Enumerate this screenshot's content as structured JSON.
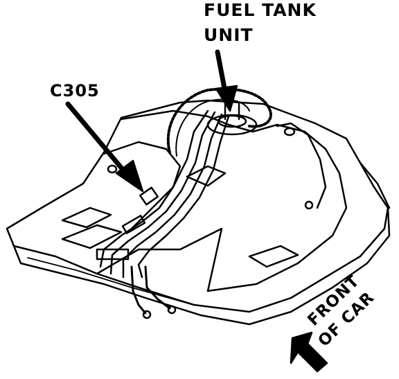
{
  "labels": {
    "fuel_tank_unit_line1": "FUEL TANK",
    "fuel_tank_unit_line2": "UNIT",
    "connector": "C305",
    "front_of_car_line1": "FRONT",
    "front_of_car_line2": "OF CAR"
  },
  "colors": {
    "ink": "#000000",
    "paper": "#ffffff"
  }
}
